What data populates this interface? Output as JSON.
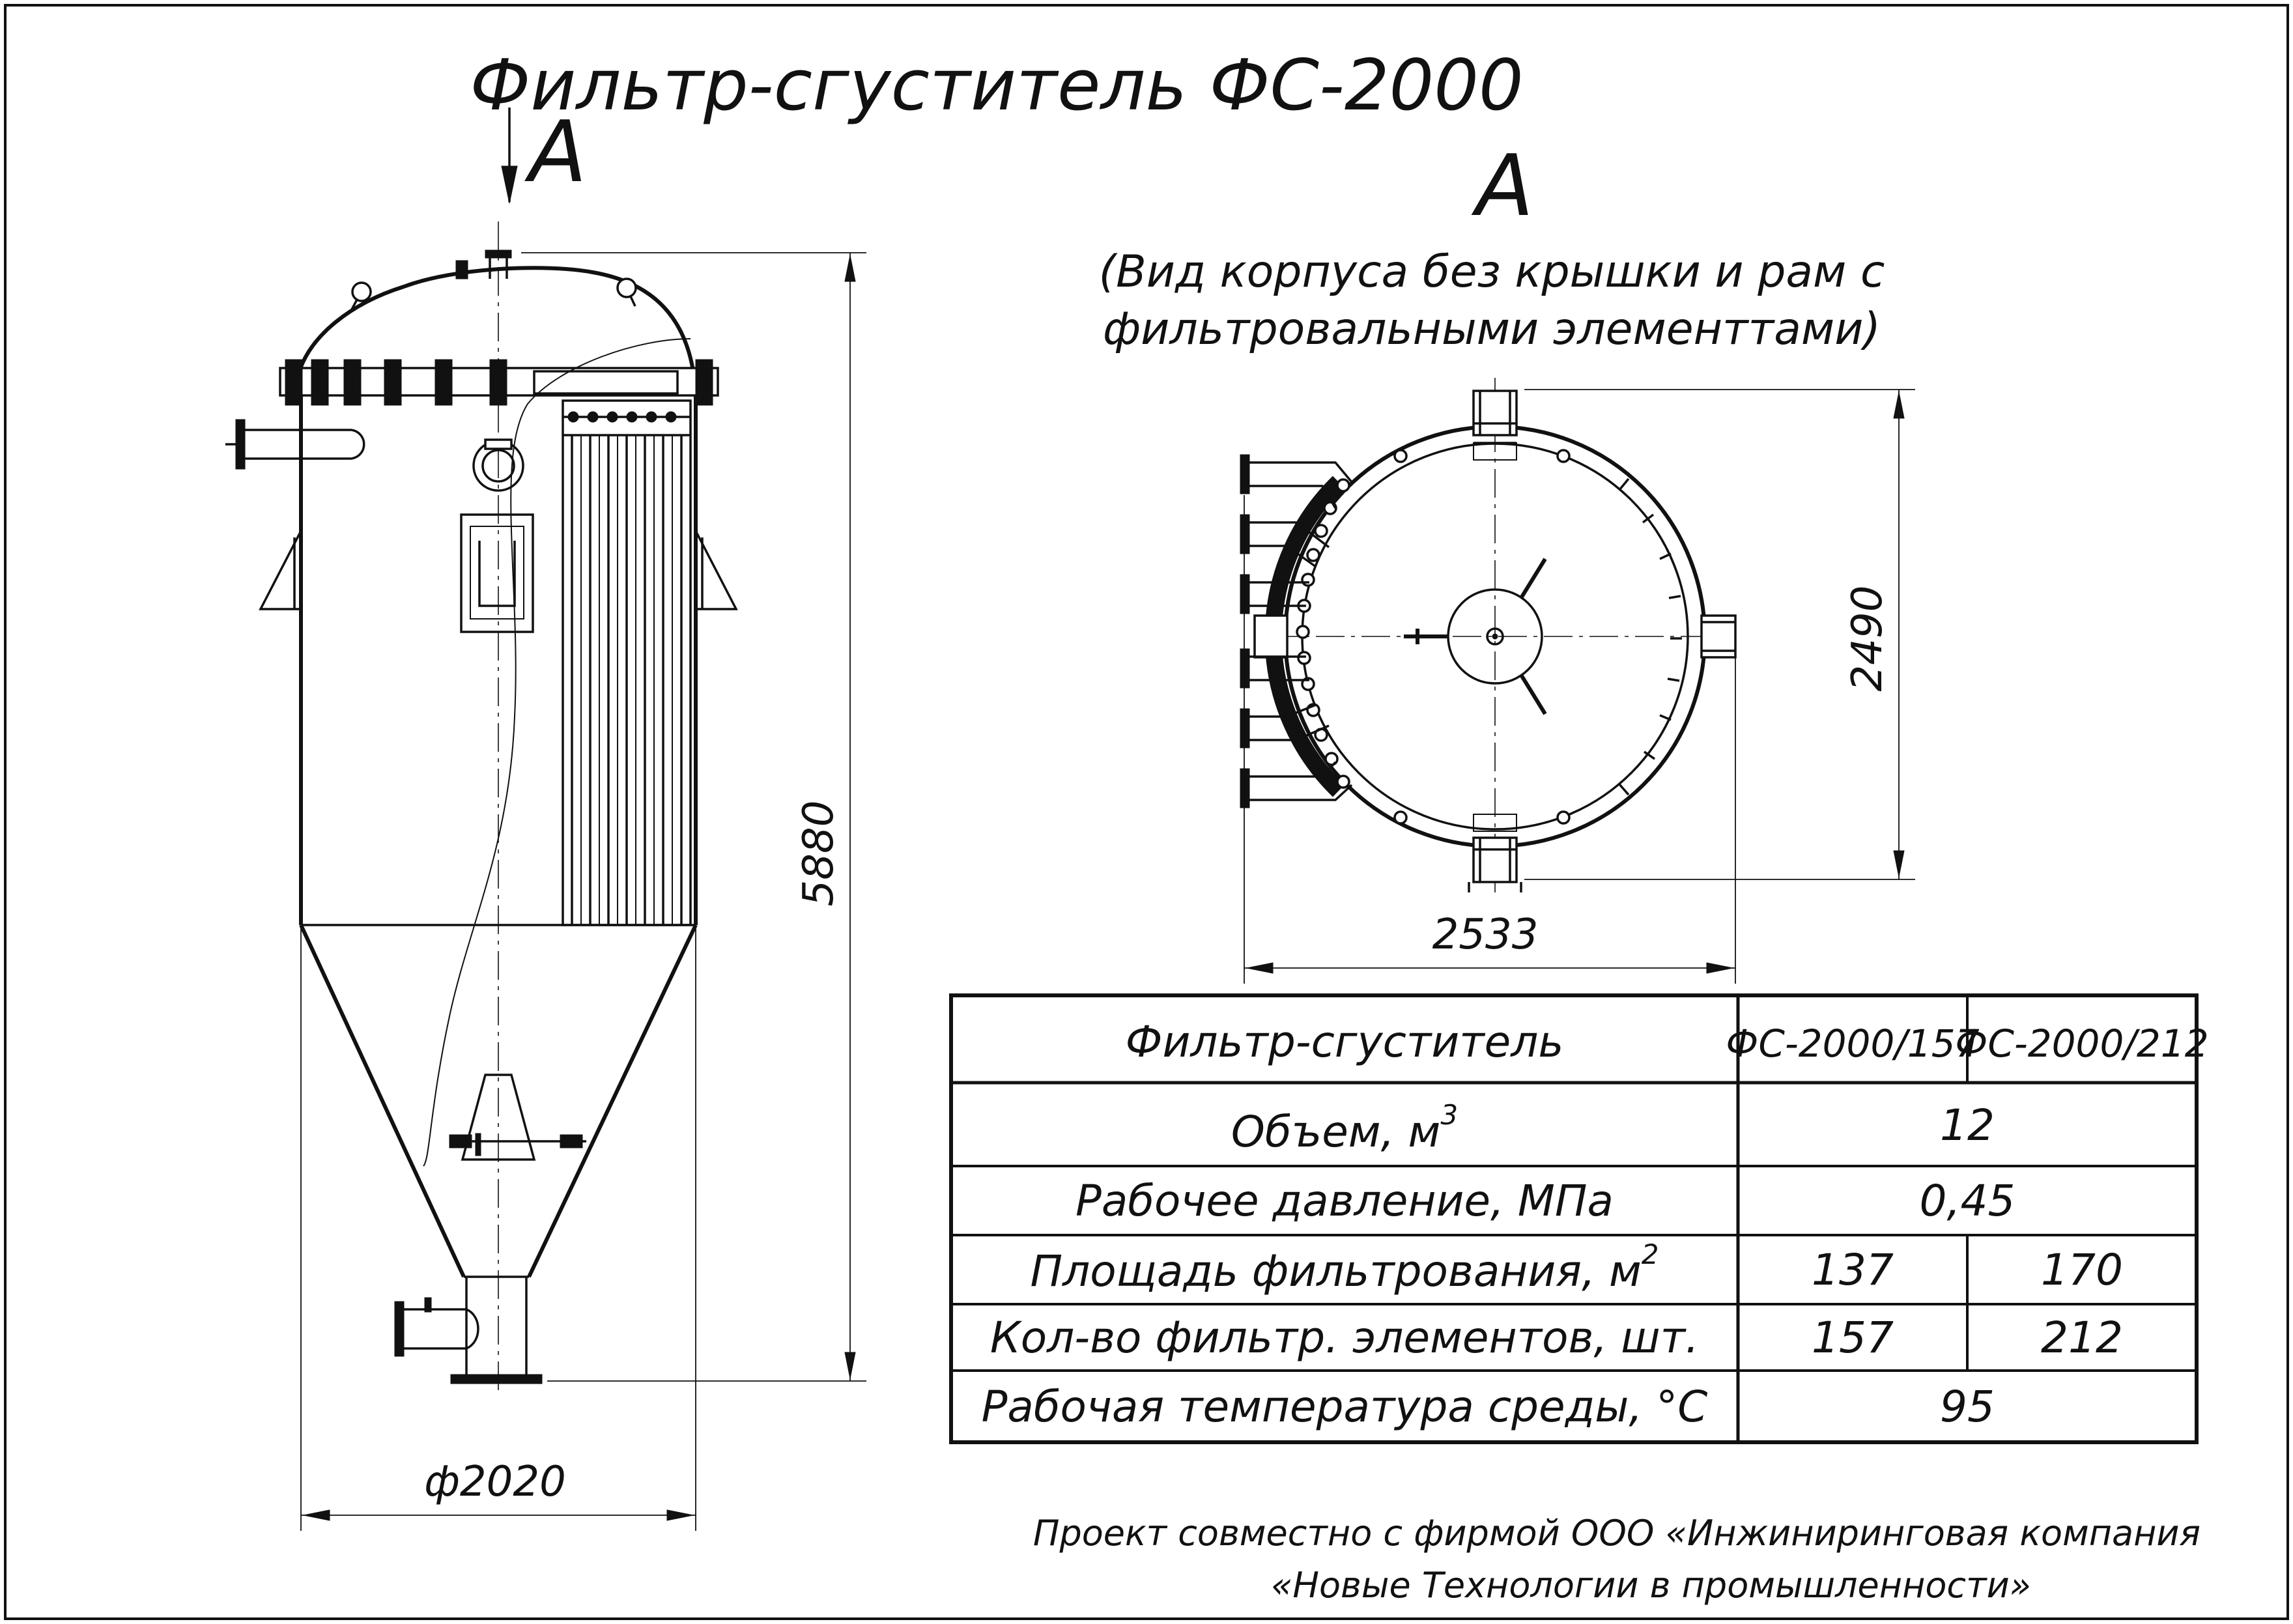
{
  "title": "Фильтр-сгуститель ФС-2000",
  "section_marker": "А",
  "view": {
    "label": "А",
    "caption_line1": "(Вид корпуса без крышки и рам с",
    "caption_line2": "фильтровальными элементтами)"
  },
  "dimensions": {
    "front_height": "5880",
    "front_diameter": "ф2020",
    "top_height": "2490",
    "top_width": "2533"
  },
  "spec_table": {
    "header": {
      "label": "Фильтр-сгуститель",
      "model_1": "ФС-2000/157",
      "model_2": "ФС-2000/212"
    },
    "rows": [
      {
        "label": "Объем, м",
        "sup": "3",
        "value": "12"
      },
      {
        "label": "Рабочее давление, МПа",
        "sup": "",
        "value": "0,45"
      },
      {
        "label": "Площадь фильтрования, м",
        "sup": "2",
        "value_1": "137",
        "value_2": "170"
      },
      {
        "label": "Кол-во фильтр. элементов, шт.",
        "sup": "",
        "value_1": "157",
        "value_2": "212"
      },
      {
        "label": "Рабочая температура среды, °С",
        "sup": "",
        "value": "95"
      }
    ]
  },
  "footer": {
    "line1": "Проект совместно с фирмой ООО «Инжиниринговая компания",
    "line2": "«Новые Технологии в промышленности»"
  }
}
